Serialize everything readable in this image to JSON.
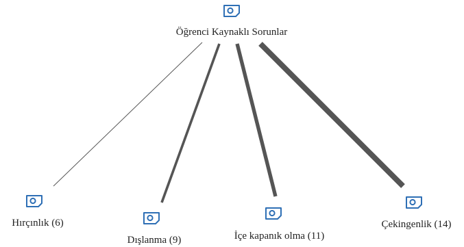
{
  "diagram": {
    "icon": "code-tag-icon",
    "icon_color": "#2e6fb5",
    "edge_color": "#555555",
    "root": {
      "label": "Öğrenci Kaynaklı Sorunlar"
    },
    "children": [
      {
        "label": "Hırçınlık (6)",
        "weight": 6
      },
      {
        "label": "Dışlanma (9)",
        "weight": 9
      },
      {
        "label": "İçe kapanık olma (11)",
        "weight": 11
      },
      {
        "label": "Çekingenlik (14)",
        "weight": 14
      }
    ]
  }
}
